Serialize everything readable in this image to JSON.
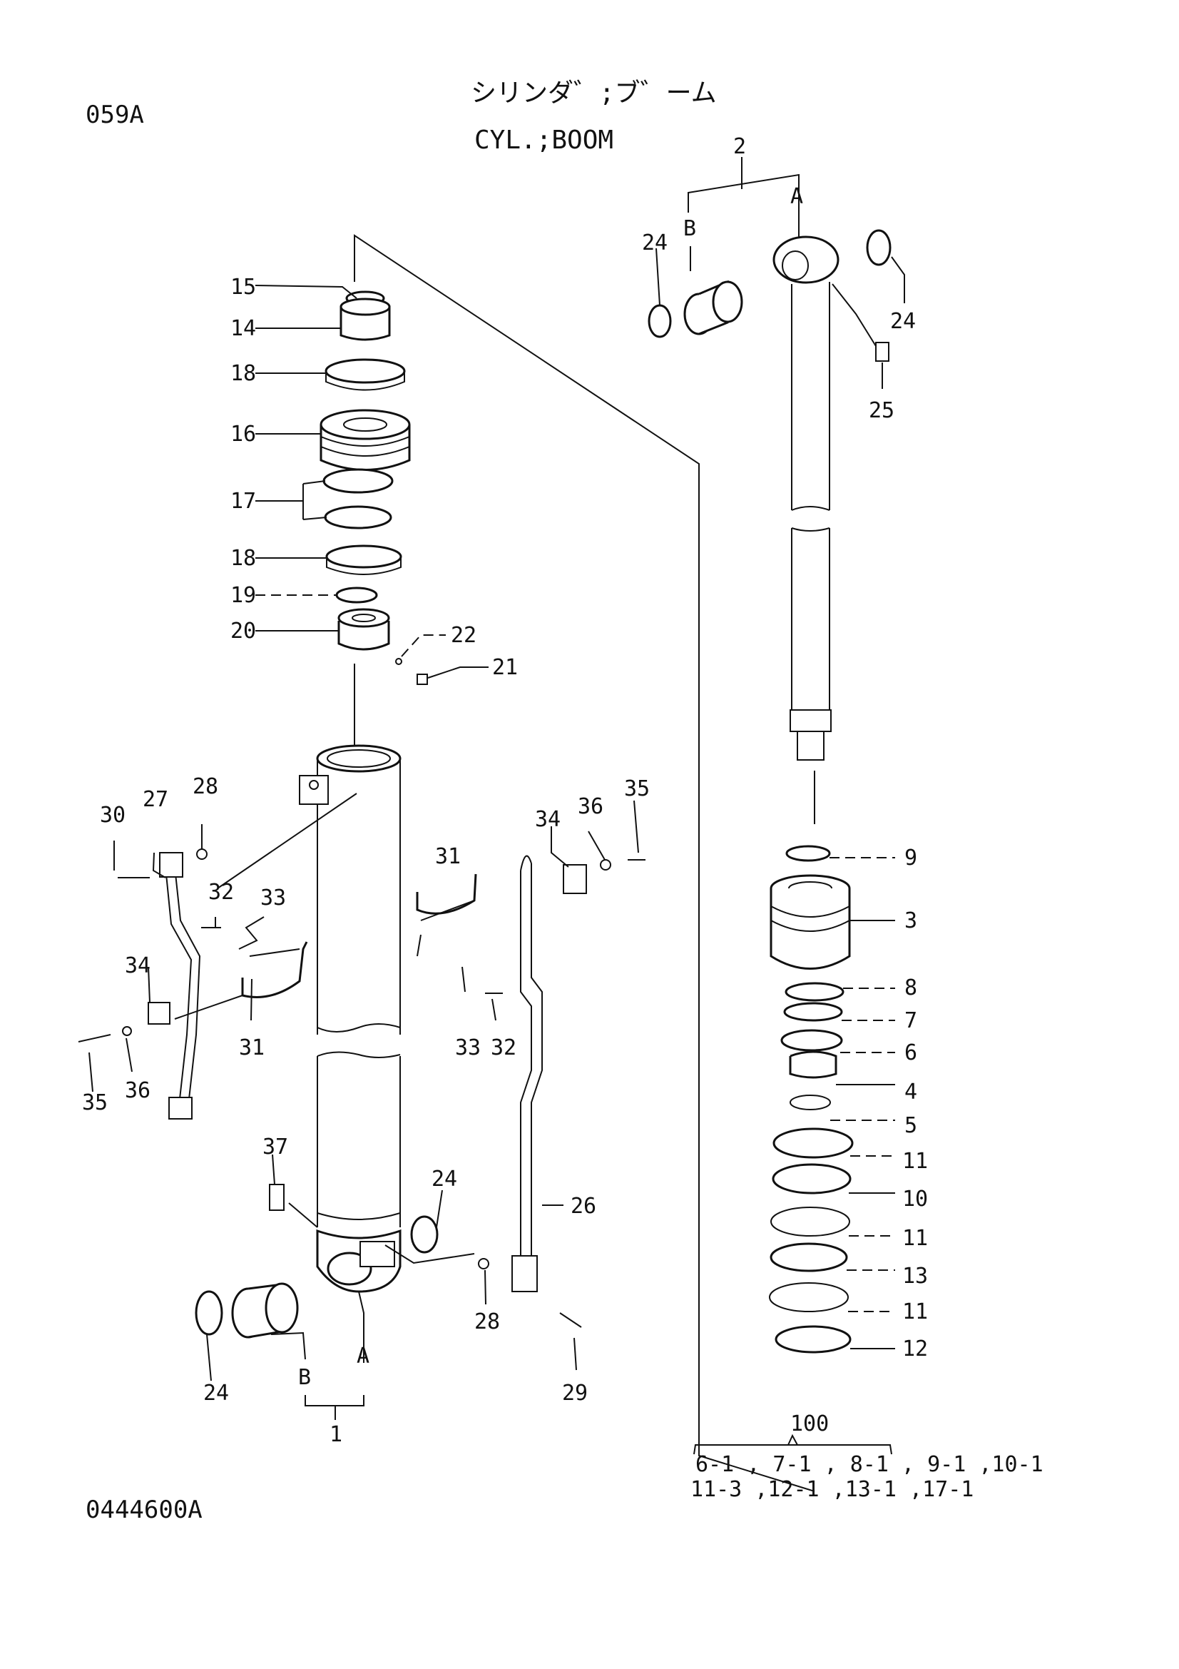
{
  "header": {
    "page_code": "059A",
    "title_jp": "シリンダ゛;ブ゛ーム",
    "title_en": "CYL.;BOOM",
    "drawing_no": "0444600A"
  },
  "callouts": {
    "c1": "1",
    "c2": "2",
    "cA_top": "A",
    "cB_top": "B",
    "cA_bot": "A",
    "cB_bot": "B",
    "c3": "3",
    "c4": "4",
    "c5": "5",
    "c6": "6",
    "c7": "7",
    "c8": "8",
    "c9": "9",
    "c10": "10",
    "c11a": "11",
    "c11b": "11",
    "c11c": "11",
    "c12": "12",
    "c13": "13",
    "c14": "14",
    "c15": "15",
    "c16": "16",
    "c17": "17",
    "c18a": "18",
    "c18b": "18",
    "c19": "19",
    "c20": "20",
    "c21": "21",
    "c22": "22",
    "c24a": "24",
    "c24b": "24",
    "c24c": "24",
    "c24d": "24",
    "c25": "25",
    "c26": "26",
    "c27": "27",
    "c28a": "28",
    "c28b": "28",
    "c29": "29",
    "c30": "30",
    "c31a": "31",
    "c31b": "31",
    "c32a": "32",
    "c32b": "32",
    "c33a": "33",
    "c33b": "33",
    "c34a": "34",
    "c34b": "34",
    "c35a": "35",
    "c35b": "35",
    "c36a": "36",
    "c36b": "36",
    "c37": "37"
  },
  "kit": {
    "number": "100",
    "line1": "6-1 , 7-1 , 8-1 , 9-1 ,10-1",
    "line2": "11-3 ,12-1 ,13-1 ,17-1"
  }
}
